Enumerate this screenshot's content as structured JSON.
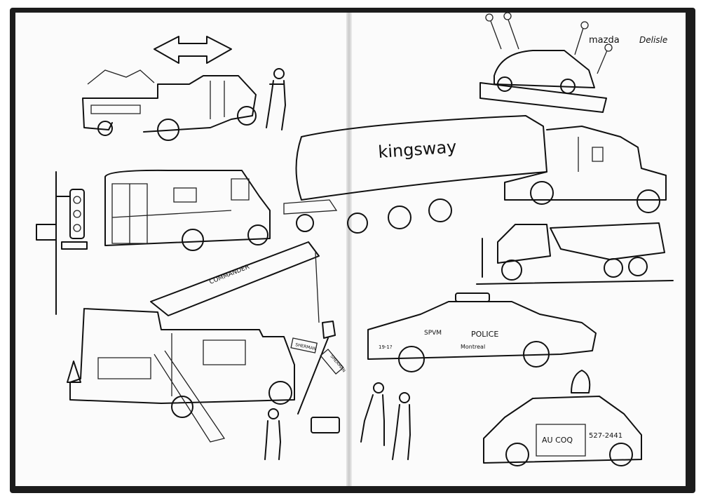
{
  "sketches": {
    "mazda_sign": {
      "brand": "mazda",
      "dealer": "Delisle"
    },
    "tanker": {
      "label": "kingsway"
    },
    "crane": {
      "label": "COMMANDER"
    },
    "street_signs": [
      "SHERMAN",
      "SHERMAN"
    ],
    "police_car": {
      "unit": "SPVM",
      "label": "POLICE",
      "city": "Montreal",
      "number": "19-1?"
    },
    "delivery_car": {
      "name": "AU COQ",
      "phone": "527-2441"
    }
  },
  "colors": {
    "cover": "#1c1c1c",
    "paper": "#fbfbfb",
    "ink": "#111111"
  }
}
